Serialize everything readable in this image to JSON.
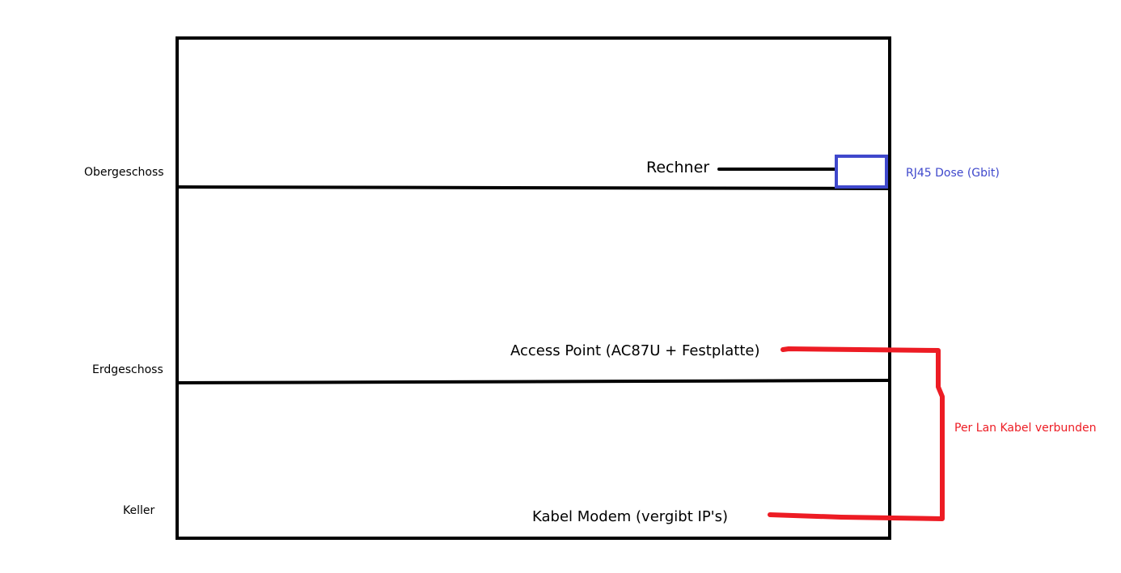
{
  "floors": {
    "upper": "Obergeschoss",
    "ground": "Erdgeschoss",
    "basement": "Keller"
  },
  "devices": {
    "computer": "Rechner",
    "wall_socket": "RJ45 Dose (Gbit)",
    "access_point": "Access Point (AC87U + Festplatte)",
    "modem": "Kabel Modem (vergibt IP's)"
  },
  "connection_label": "Per Lan Kabel verbunden",
  "colors": {
    "lines": "#000000",
    "socket": "#3f48cc",
    "lan_cable": "#ed1c24"
  }
}
